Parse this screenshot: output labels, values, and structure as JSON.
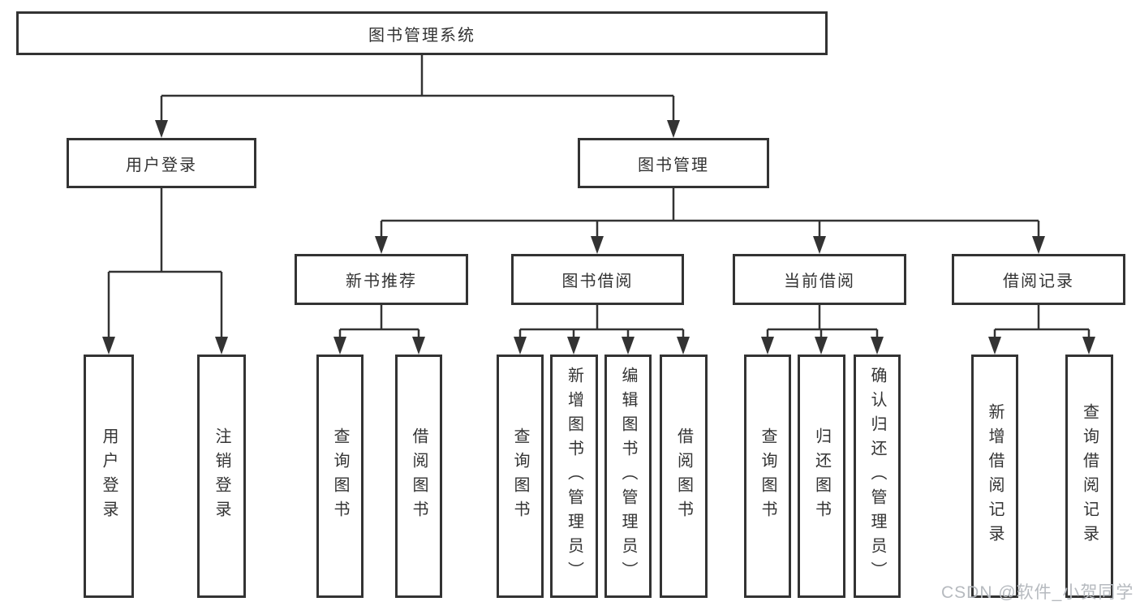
{
  "title": "图书管理系统",
  "colors": {
    "line": "#333333",
    "text": "#333333",
    "background": "#ffffff",
    "watermark": "#b6babf"
  },
  "tree": {
    "root": "图书管理系统",
    "branches": [
      {
        "label": "用户登录",
        "children": [
          "用户登录",
          "注销登录"
        ]
      },
      {
        "label": "图书管理",
        "sections": [
          {
            "label": "新书推荐",
            "children": [
              "查询图书",
              "借阅图书"
            ]
          },
          {
            "label": "图书借阅",
            "children": [
              "查询图书",
              "新增图书（管理员）",
              "编辑图书（管理员）",
              "借阅图书"
            ]
          },
          {
            "label": "当前借阅",
            "children": [
              "查询图书",
              "归还图书",
              "确认归还（管理员）"
            ]
          },
          {
            "label": "借阅记录",
            "children": [
              "新增借阅记录",
              "查询借阅记录"
            ]
          }
        ]
      }
    ]
  },
  "watermark": "CSDN @软件_小贺同学"
}
